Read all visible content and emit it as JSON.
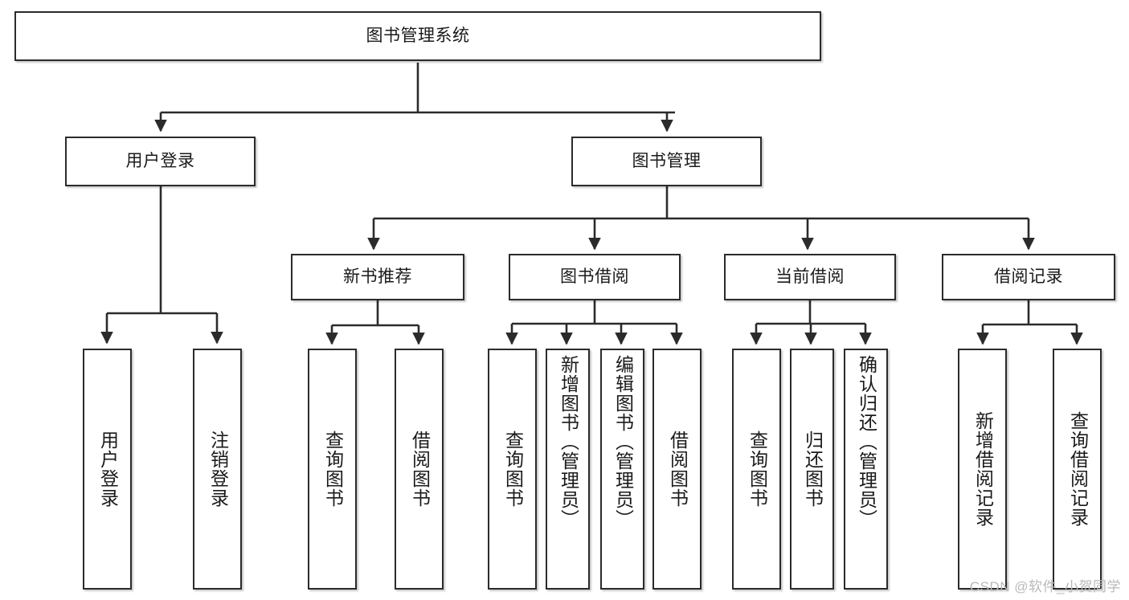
{
  "diagram": {
    "type": "tree",
    "title": "图书管理系统",
    "watermark": "CSDN @软件_小贺同学",
    "colors": {
      "stroke": "#2b2b2b",
      "fill": "#ffffff",
      "text": "#1a1a1a",
      "watermark": "#b9b9b9"
    },
    "levels": {
      "root": "图书管理系统",
      "level2": [
        "用户登录",
        "图书管理"
      ],
      "level3": [
        "新书推荐",
        "图书借阅",
        "当前借阅",
        "借阅记录"
      ],
      "leaves": [
        "用户登录",
        "注销登录",
        "查询图书",
        "借阅图书",
        "查询图书",
        "新增图书（管理员）",
        "编辑图书（管理员）",
        "借阅图书",
        "查询图书",
        "归还图书",
        "确认归还（管理员）",
        "新增借阅记录",
        "查询借阅记录"
      ]
    },
    "nodes": {
      "root": {
        "label": "图书管理系统"
      },
      "user_login": {
        "label": "用户登录"
      },
      "book_manage": {
        "label": "图书管理"
      },
      "new_book_rec": {
        "label": "新书推荐"
      },
      "book_borrow": {
        "label": "图书借阅"
      },
      "current_borrow": {
        "label": "当前借阅"
      },
      "borrow_record": {
        "label": "借阅记录"
      },
      "leaf_user_login": {
        "label": "用户登录"
      },
      "leaf_logout": {
        "label": "注销登录"
      },
      "leaf_query_book_1": {
        "label": "查询图书"
      },
      "leaf_borrow_book_1": {
        "label": "借阅图书"
      },
      "leaf_query_book_2": {
        "label": "查询图书"
      },
      "leaf_add_book": {
        "label": "新增图书（管理员）"
      },
      "leaf_edit_book": {
        "label": "编辑图书（管理员）"
      },
      "leaf_borrow_book_2": {
        "label": "借阅图书"
      },
      "leaf_query_book_3": {
        "label": "查询图书"
      },
      "leaf_return_book": {
        "label": "归还图书"
      },
      "leaf_confirm_return": {
        "label": "确认归还（管理员）"
      },
      "leaf_add_record": {
        "label": "新增借阅记录"
      },
      "leaf_query_record": {
        "label": "查询借阅记录"
      }
    },
    "edges": [
      {
        "from": "root",
        "to": "user_login"
      },
      {
        "from": "root",
        "to": "book_manage"
      },
      {
        "from": "user_login",
        "to": "leaf_user_login"
      },
      {
        "from": "user_login",
        "to": "leaf_logout"
      },
      {
        "from": "book_manage",
        "to": "new_book_rec"
      },
      {
        "from": "book_manage",
        "to": "book_borrow"
      },
      {
        "from": "book_manage",
        "to": "current_borrow"
      },
      {
        "from": "book_manage",
        "to": "borrow_record"
      },
      {
        "from": "new_book_rec",
        "to": "leaf_query_book_1"
      },
      {
        "from": "new_book_rec",
        "to": "leaf_borrow_book_1"
      },
      {
        "from": "book_borrow",
        "to": "leaf_query_book_2"
      },
      {
        "from": "book_borrow",
        "to": "leaf_add_book"
      },
      {
        "from": "book_borrow",
        "to": "leaf_edit_book"
      },
      {
        "from": "book_borrow",
        "to": "leaf_borrow_book_2"
      },
      {
        "from": "current_borrow",
        "to": "leaf_query_book_3"
      },
      {
        "from": "current_borrow",
        "to": "leaf_return_book"
      },
      {
        "from": "current_borrow",
        "to": "leaf_confirm_return"
      },
      {
        "from": "borrow_record",
        "to": "leaf_add_record"
      },
      {
        "from": "borrow_record",
        "to": "leaf_query_record"
      }
    ]
  }
}
